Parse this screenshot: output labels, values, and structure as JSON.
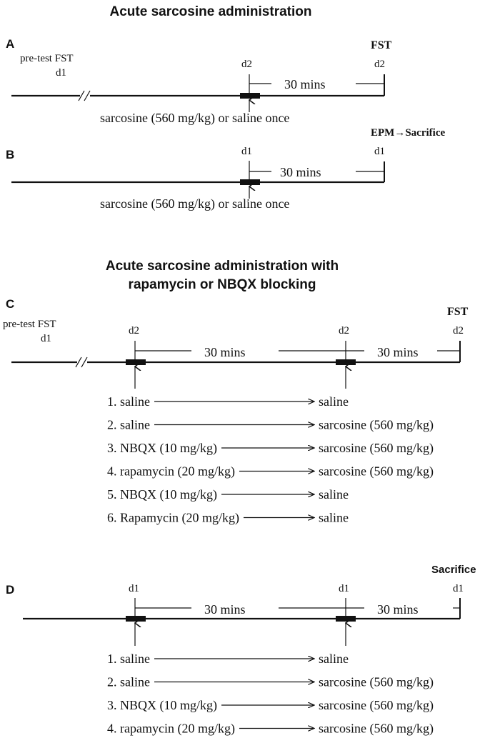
{
  "titles": {
    "acute": "Acute sarcosine administration",
    "blocking_line1": "Acute sarcosine administration with",
    "blocking_line2": "rapamycin or NBQX blocking"
  },
  "panel_a": {
    "letter": "A",
    "pretest": "pre-test FST",
    "pretest_day": "d1",
    "injection_day": "d2",
    "test_label": "FST",
    "test_day": "d2",
    "interval": "30 mins",
    "injection": "sarcosine (560 mg/kg) or saline once"
  },
  "panel_b": {
    "letter": "B",
    "injection_day": "d1",
    "test_label": "EPM→Sacrifice",
    "test_day": "d1",
    "interval": "30 mins",
    "injection": "sarcosine (560 mg/kg) or saline once"
  },
  "panel_c": {
    "letter": "C",
    "pretest": "pre-test FST",
    "pretest_day": "d1",
    "first_day": "d2",
    "second_day": "d2",
    "test_label": "FST",
    "test_day": "d2",
    "interval1": "30 mins",
    "interval2": "30 mins",
    "groups": [
      {
        "pre": "1. saline",
        "post": "saline"
      },
      {
        "pre": "2. saline",
        "post": "sarcosine (560 mg/kg)"
      },
      {
        "pre": "3. NBQX (10 mg/kg)",
        "post": "sarcosine (560 mg/kg)"
      },
      {
        "pre": "4. rapamycin (20 mg/kg)",
        "post": "sarcosine (560 mg/kg)"
      },
      {
        "pre": "5. NBQX (10 mg/kg)",
        "post": "saline"
      },
      {
        "pre": "6. Rapamycin (20 mg/kg)",
        "post": "saline"
      }
    ]
  },
  "panel_d": {
    "letter": "D",
    "first_day": "d1",
    "second_day": "d1",
    "test_label": "Sacrifice",
    "test_day": "d1",
    "interval1": "30 mins",
    "interval2": "30 mins",
    "groups": [
      {
        "pre": "1. saline",
        "post": "saline"
      },
      {
        "pre": "2. saline",
        "post": "sarcosine (560 mg/kg)"
      },
      {
        "pre": "3. NBQX (10 mg/kg)",
        "post": "sarcosine (560 mg/kg)"
      },
      {
        "pre": "4. rapamycin (20 mg/kg)",
        "post": "sarcosine (560 mg/kg)"
      }
    ]
  }
}
